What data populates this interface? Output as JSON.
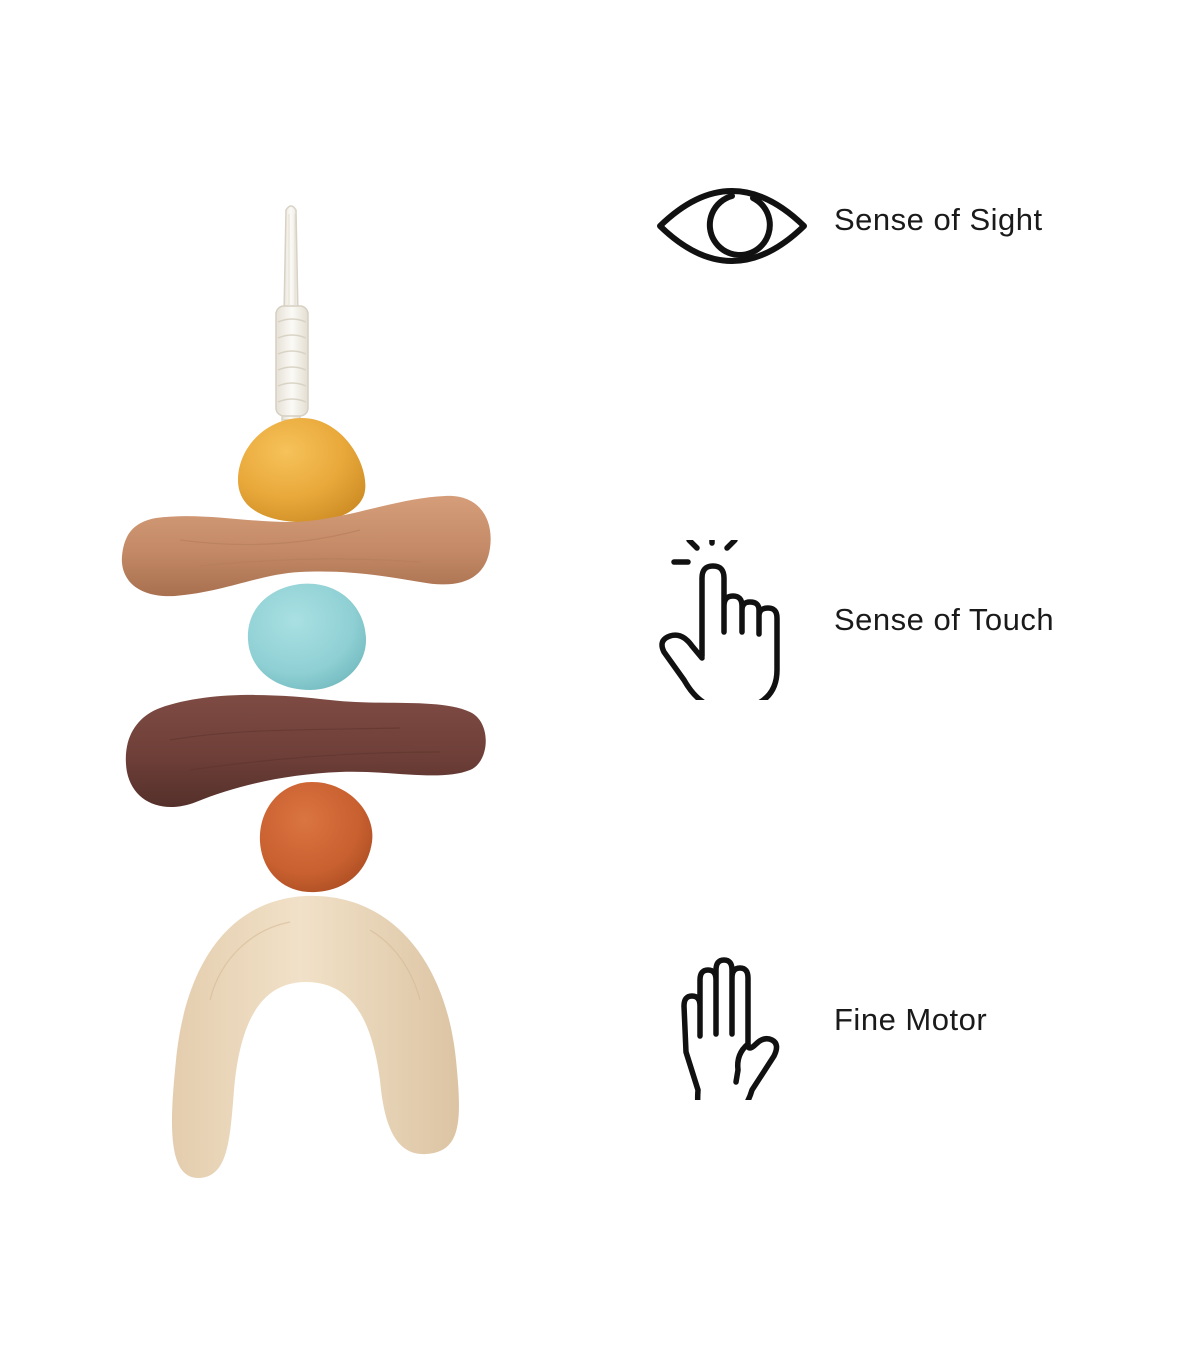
{
  "features": [
    {
      "label": "Sense of Sight",
      "icon": "eye-icon"
    },
    {
      "label": "Sense of Touch",
      "icon": "pointing-hand-icon"
    },
    {
      "label": "Fine Motor",
      "icon": "open-hand-icon"
    }
  ],
  "product": {
    "image": "wooden-stacking-toy-image",
    "colors": {
      "cord": "#f2efe8",
      "bead_yellow": "#e9a83a",
      "bar_tan": "#c48a67",
      "bead_blue": "#8fd0d4",
      "bar_brown": "#6e3f38",
      "bead_orange": "#c8602f",
      "arch_natural": "#ecd9bd"
    }
  },
  "icon_color": "#111111"
}
